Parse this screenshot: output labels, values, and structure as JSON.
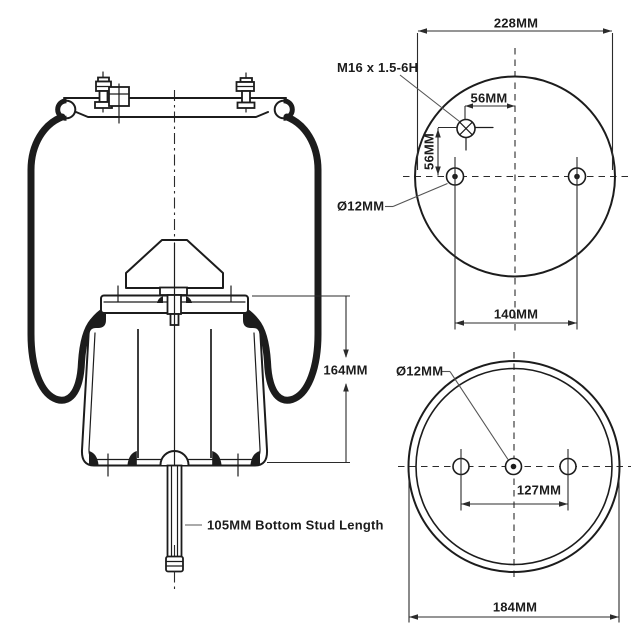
{
  "colors": {
    "line": "#1c1c1c",
    "dim": "#2b2b2b",
    "leader": "#545454",
    "background": "#ffffff"
  },
  "side_view": {
    "height_dim": "164MM",
    "stud_note": "105MM Bottom Stud Length"
  },
  "top_view": {
    "overall_width_dim": "228MM",
    "thread_label": "M16 x 1.5-6H",
    "port_offset_horizontal_dim": "56MM",
    "port_offset_vertical_dim": "56MM",
    "hole_diameter_label": "Ø12MM",
    "hole_spacing_dim": "140MM"
  },
  "bottom_view": {
    "hole_diameter_label": "Ø12MM",
    "hole_spacing_dim": "127MM",
    "overall_width_dim": "184MM"
  }
}
